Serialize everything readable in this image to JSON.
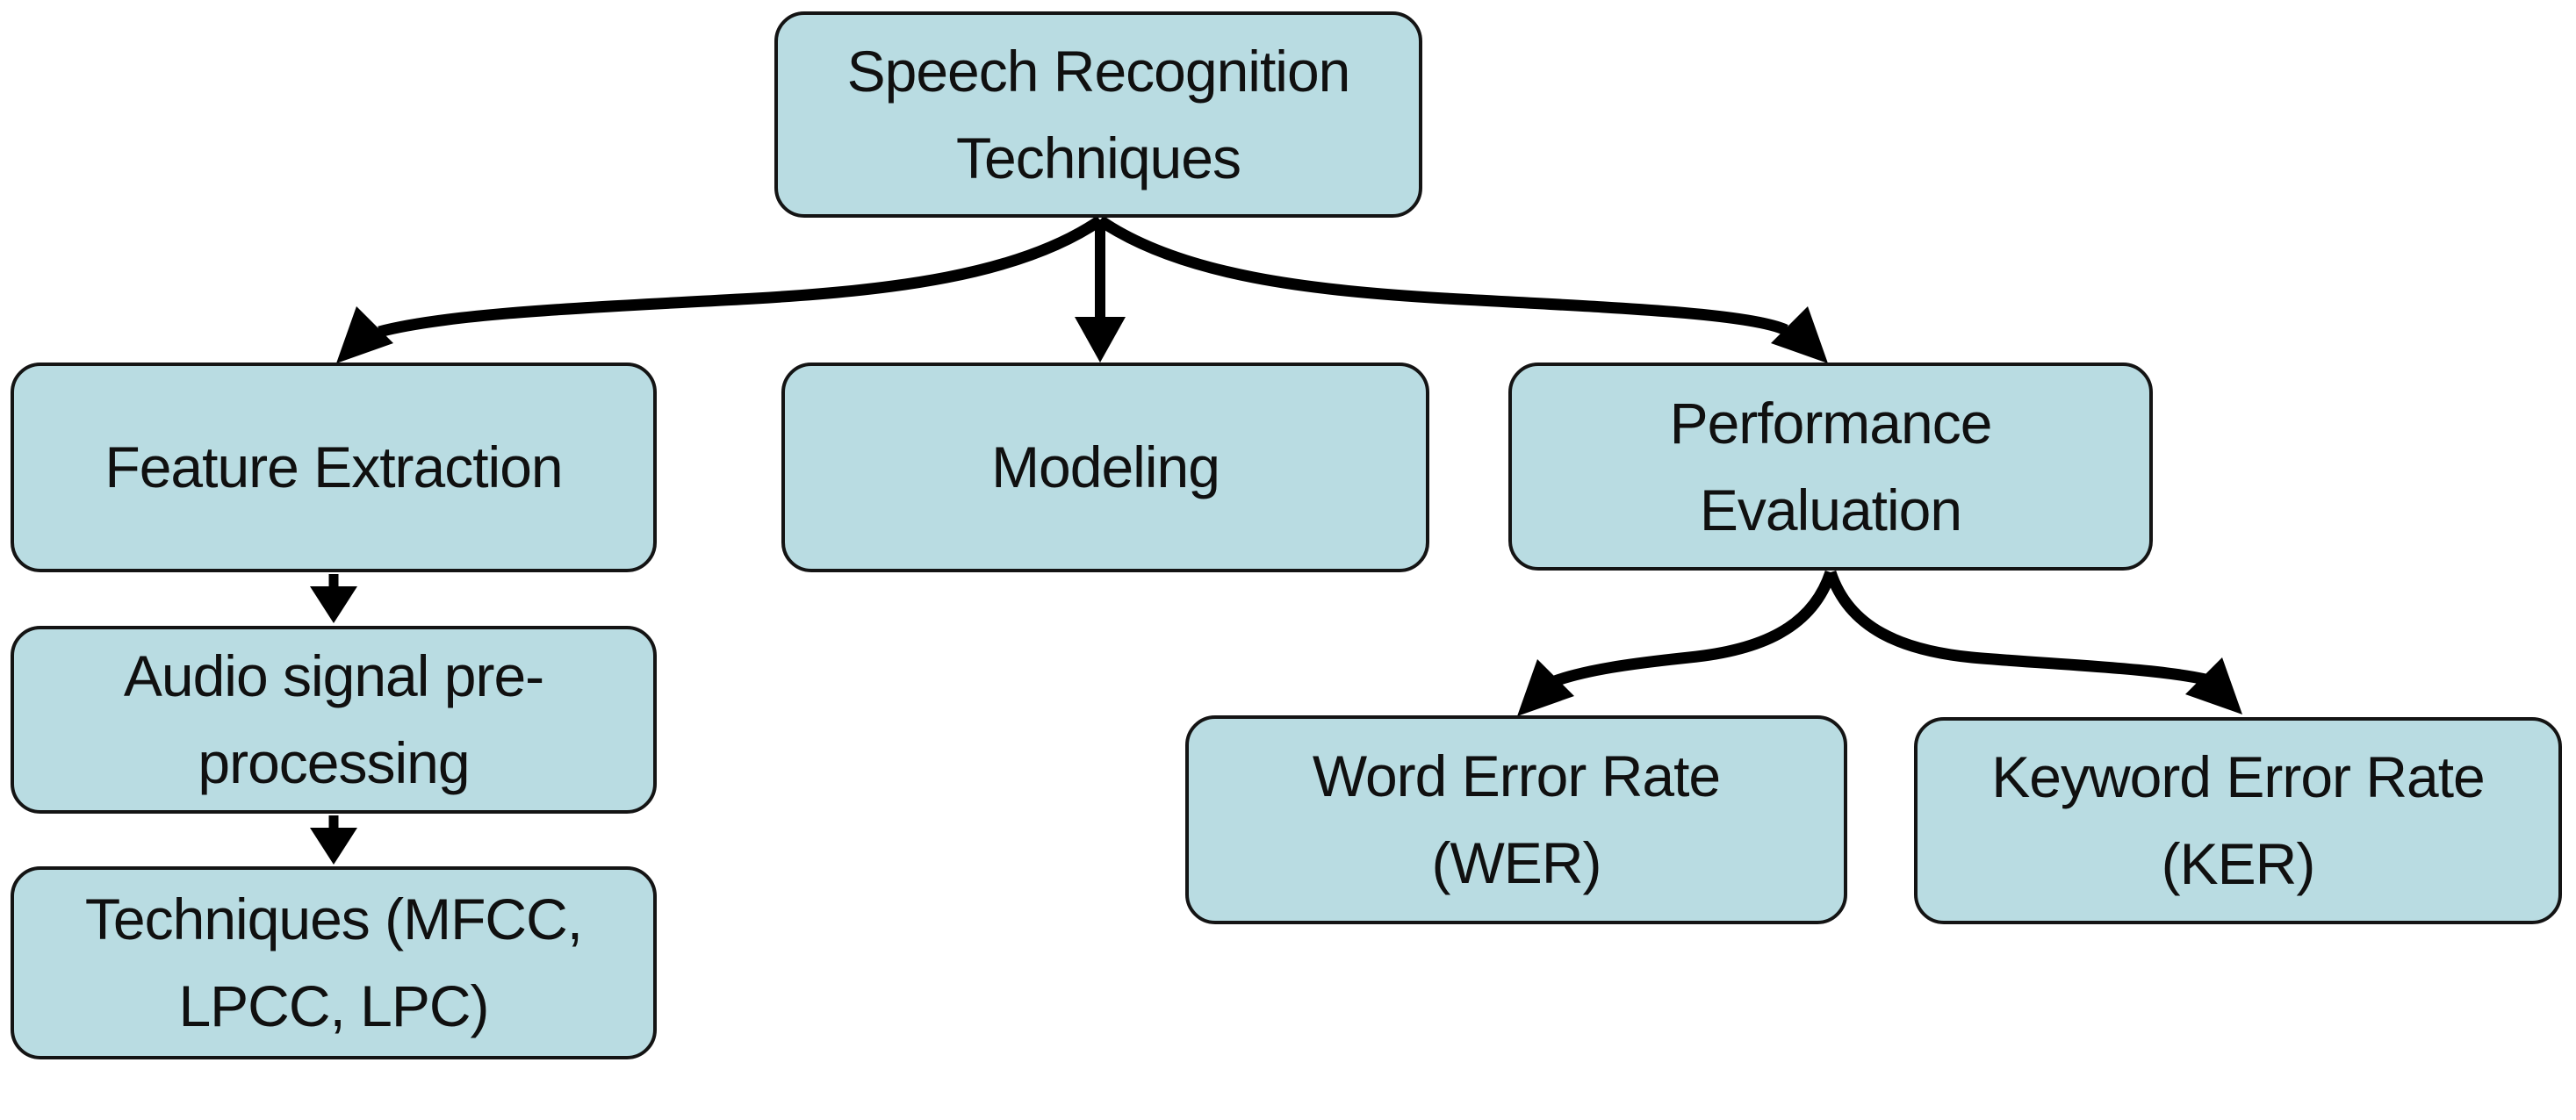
{
  "diagram": {
    "title": "Speech Recognition Techniques flowchart",
    "colors": {
      "node_fill": "#b9dce2",
      "node_border": "#141414",
      "arrow": "#000000",
      "background": "#ffffff",
      "text": "#101010"
    },
    "nodes": {
      "root": {
        "label": "Speech Recognition\nTechniques"
      },
      "feature_extraction": {
        "label": "Feature Extraction"
      },
      "modeling": {
        "label": "Modeling"
      },
      "performance_evaluation": {
        "label": "Performance\nEvaluation"
      },
      "audio_preprocessing": {
        "label": "Audio signal pre-\nprocessing"
      },
      "techniques": {
        "label": "Techniques (MFCC,\nLPCC, LPC)"
      },
      "wer": {
        "label": "Word Error Rate\n(WER)"
      },
      "ker": {
        "label": "Keyword Error Rate\n(KER)"
      }
    },
    "edges": [
      {
        "from": "root",
        "to": "feature_extraction"
      },
      {
        "from": "root",
        "to": "modeling"
      },
      {
        "from": "root",
        "to": "performance_evaluation"
      },
      {
        "from": "feature_extraction",
        "to": "audio_preprocessing"
      },
      {
        "from": "audio_preprocessing",
        "to": "techniques"
      },
      {
        "from": "performance_evaluation",
        "to": "wer"
      },
      {
        "from": "performance_evaluation",
        "to": "ker"
      }
    ]
  }
}
